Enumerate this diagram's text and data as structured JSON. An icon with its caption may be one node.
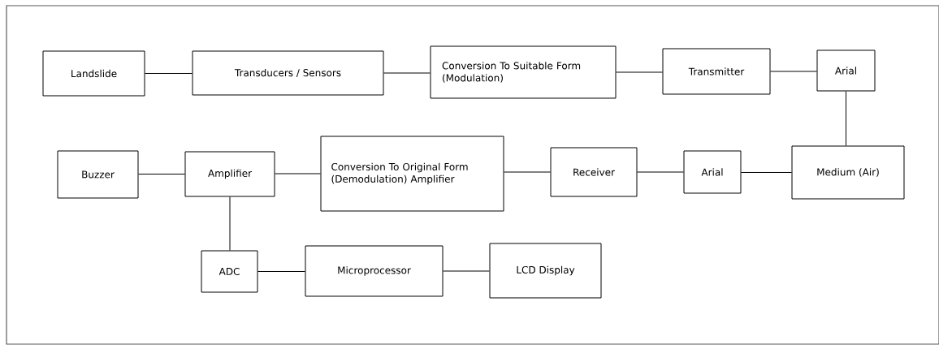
{
  "diagram": {
    "nodes": [
      {
        "text": [
          "Landslide"
        ]
      },
      {
        "text": [
          "Transducers / Sensors"
        ]
      },
      {
        "text": [
          "Conversion To Suitable Form (Modulation)"
        ]
      },
      {
        "text": [
          "Transmitter"
        ]
      },
      {
        "text": [
          "Arial"
        ]
      },
      {
        "text": [
          "Medium (Air)"
        ]
      },
      {
        "text": [
          "Arial"
        ]
      },
      {
        "text": [
          "Receiver"
        ]
      },
      {
        "text": [
          "Conversion To Original Form (Demodulation) Amplifier"
        ]
      },
      {
        "text": [
          "Amplifier"
        ]
      },
      {
        "text": [
          "Buzzer"
        ]
      },
      {
        "text": [
          "ADC"
        ]
      },
      {
        "text": [
          "Microprocessor"
        ]
      },
      {
        "text": [
          "LCD Display"
        ]
      }
    ],
    "edges": [
      {
        "from": 0,
        "to": 1,
        "arrow": "none"
      },
      {
        "from": 1,
        "to": 2,
        "arrow": "none"
      },
      {
        "from": 2,
        "to": 3,
        "arrow": "none"
      },
      {
        "from": 3,
        "to": 4,
        "arrow": "none"
      },
      {
        "from": 4,
        "to": 5,
        "arrow": "none"
      },
      {
        "from": 5,
        "to": 6,
        "arrow": "none"
      },
      {
        "from": 6,
        "to": 7,
        "arrow": "none"
      },
      {
        "from": 7,
        "to": 8,
        "arrow": "none"
      },
      {
        "from": 8,
        "to": 9,
        "arrow": "none"
      },
      {
        "from": 9,
        "to": 10,
        "arrow": "none"
      },
      {
        "from": 9,
        "to": 11,
        "arrow": "none"
      },
      {
        "from": 11,
        "to": 12,
        "arrow": "none"
      },
      {
        "from": 12,
        "to": 13,
        "arrow": "none"
      }
    ]
  }
}
